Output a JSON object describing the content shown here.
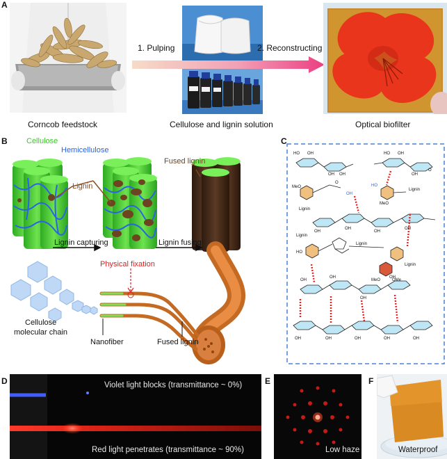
{
  "panelA": {
    "label": "A",
    "feedstock_caption": "Corncob feedstock",
    "solution_caption": "Cellulose and lignin solution",
    "filter_caption": "Optical biofilter",
    "step1": "1. Pulping",
    "step2": "2. Reconstructing"
  },
  "panelB": {
    "label": "B",
    "cellulose": "Cellulose",
    "hemicellulose": "Hemicellulose",
    "lignin": "Lignin",
    "fused_lignin_top": "Fused lignin",
    "lignin_capturing": "Lignin capturing",
    "lignin_fusing": "Lignin fusing",
    "physical_fixation": "Physical fixation",
    "cellulose_chain_1": "Cellulose",
    "cellulose_chain_2": "molecular chain",
    "nanofiber": "Nanofiber",
    "fused_lignin_bottom": "Fused lignin",
    "colors": {
      "cellulose": "#3cc62a",
      "hemicellulose": "#2a64e6",
      "lignin": "#8a4e22",
      "fixation": "#e02020"
    }
  },
  "panelC": {
    "label": "C",
    "lignin_tag": "Lignin",
    "oh": "OH",
    "ho": "HO",
    "meo": "MeO",
    "ome": "OMe",
    "o": "O"
  },
  "panelD": {
    "label": "D",
    "violet_text": "Violet light blocks (transmittance ~ 0%)",
    "red_text": "Red light penetrates (transmittance ~ 90%)"
  },
  "panelE": {
    "label": "E",
    "caption": "Low haze"
  },
  "panelF": {
    "label": "F",
    "caption": "Waterproof"
  }
}
